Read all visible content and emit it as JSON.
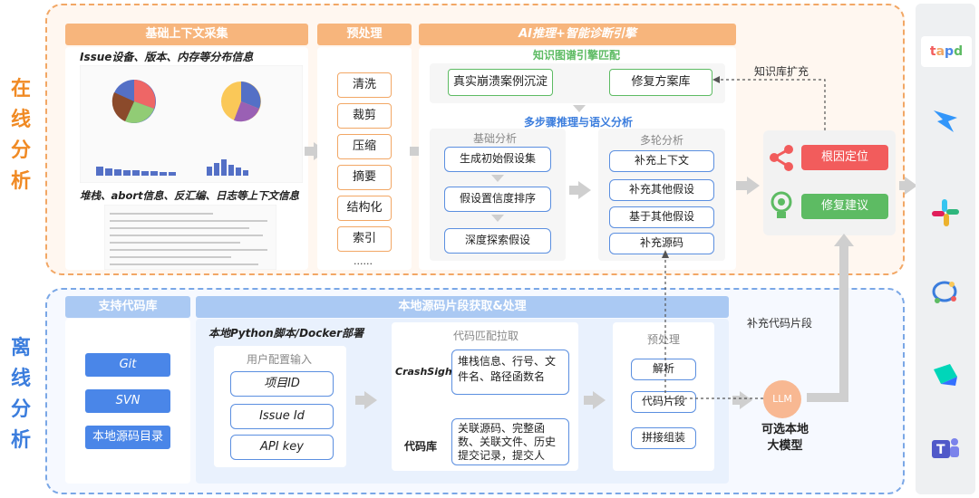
{
  "side": {
    "online": "在\n线\n分\n析",
    "offline": "离\n线\n分\n析"
  },
  "basic_context": {
    "header": "基础上下文采集",
    "caption1": "Issue设备、版本、内存等分布信息",
    "caption2": "堆栈、abort信息、反汇编、日志等上下文信息"
  },
  "preprocess": {
    "header": "预处理",
    "items": [
      "清洗",
      "裁剪",
      "压缩",
      "摘要",
      "结构化",
      "索引"
    ],
    "more": "......"
  },
  "ai": {
    "header": "AI推理+智能诊断引擎",
    "kg_label": "知识图谱引擎匹配",
    "kg_items": [
      "真实崩溃案例沉淀",
      "修复方案库"
    ],
    "multi_label": "多步骤推理与语义分析",
    "basic_title": "基础分析",
    "basic_items": [
      "生成初始假设集",
      "假设置信度排序",
      "深度探索假设"
    ],
    "multi_title": "多轮分析",
    "multi_items": [
      "补充上下文",
      "补充其他假设",
      "基于其他假设",
      "补充源码"
    ]
  },
  "output": {
    "root_cause": "根因定位",
    "fix": "修复建议",
    "kb_expand": "知识库扩充",
    "supplement_code": "补充代码片段"
  },
  "offline": {
    "repo_header": "支持代码库",
    "repos": [
      "Git",
      "SVN",
      "本地源码目录"
    ],
    "main_header": "本地源码片段获取&处理",
    "deploy": "本地Python脚本/Docker部署",
    "config_title": "用户配置输入",
    "config_items": [
      "项目ID",
      "Issue Id",
      "API key"
    ],
    "match_title": "代码匹配拉取",
    "crashsight_label": "CrashSight",
    "crashsight_desc": "堆栈信息、行号、文件名、路径函数名",
    "repo_label": "代码库",
    "repo_desc": "关联源码、完整函数、关联文件、历史提交记录，提交人",
    "pre_title": "预处理",
    "pre_items": [
      "解析",
      "代码片段",
      "拼接组装"
    ],
    "llm": "LLM",
    "llm_caption": "可选本地\n大模型"
  },
  "tools": [
    "tapd-icon",
    "dingtalk-icon",
    "slack-icon",
    "wecom-icon",
    "lark-icon",
    "teams-icon"
  ],
  "chart_mini": {
    "left_title": "机型分布",
    "right_title": "系统版本"
  },
  "colors": {
    "orange": "#f2a765",
    "blue": "#4a86e8",
    "green": "#5dbb63",
    "red": "#f25c5c"
  }
}
